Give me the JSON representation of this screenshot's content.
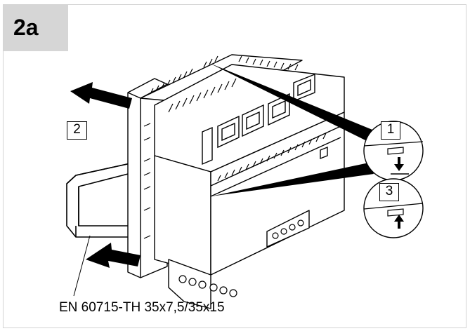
{
  "figure": {
    "tag": "2a",
    "step_labels": {
      "step_1": "1",
      "step_2": "2",
      "step_3": "3"
    },
    "caption": "EN 60715-TH 35x7,5/35x15"
  }
}
